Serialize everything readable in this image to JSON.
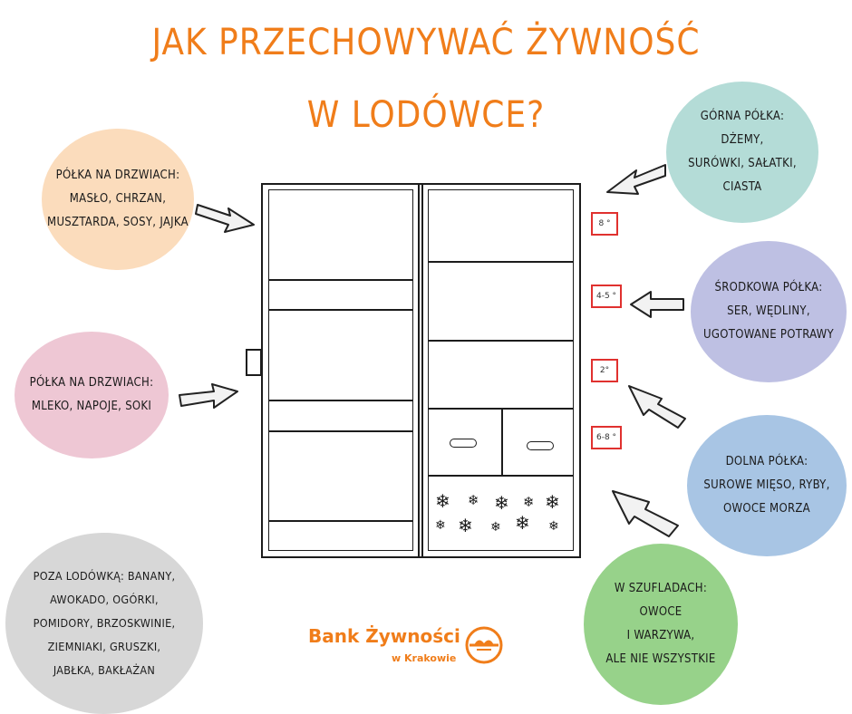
{
  "title": {
    "line1": "Jak przechowywać żywność",
    "line2": "w lodówce?"
  },
  "bubbles": {
    "door_top": {
      "lines": [
        "Półka na drzwiach:",
        "masło, chrzan,",
        "musztarda, sosy, Jajka"
      ]
    },
    "door_mid": {
      "lines": [
        "Półka na drzwiach:",
        "mleko, napoje, soki"
      ]
    },
    "outside": {
      "lines": [
        "poza lodówką: banany,",
        "awokado, ogórki,",
        "pomidory, brzoskwinie,",
        "ziemniaki, gruszki,",
        "jabłka, bakłażan"
      ]
    },
    "top_shelf": {
      "lines": [
        "górna półka:",
        "dżemy,",
        "surówki, sałatki,",
        "Ciasta"
      ]
    },
    "mid_shelf": {
      "lines": [
        "Środkowa półka:",
        "ser, wędliny,",
        "ugotowane potrawy"
      ]
    },
    "low_shelf": {
      "lines": [
        "dolna półka:",
        "surowe mięso, ryby,",
        "owoce morza"
      ]
    },
    "drawers": {
      "lines": [
        "W szufladach:",
        "Owoce",
        "i warzywa,",
        "ale nie wszystkie"
      ]
    }
  },
  "temperatures": [
    "8 °",
    "4-5 °",
    "2°",
    "6-8 °"
  ],
  "logo": {
    "name": "Bank Żywności",
    "city": "w Krakowie"
  },
  "colors": {
    "accent": "#f07d1a",
    "temp_box": "#e0312f",
    "door_top": "#fbdcbc",
    "door_mid": "#eec7d4",
    "outside": "#d7d7d7",
    "top_shelf": "#b4dcd7",
    "mid_shelf": "#bec0e3",
    "low_shelf": "#a8c5e4",
    "drawers": "#97d28a"
  }
}
